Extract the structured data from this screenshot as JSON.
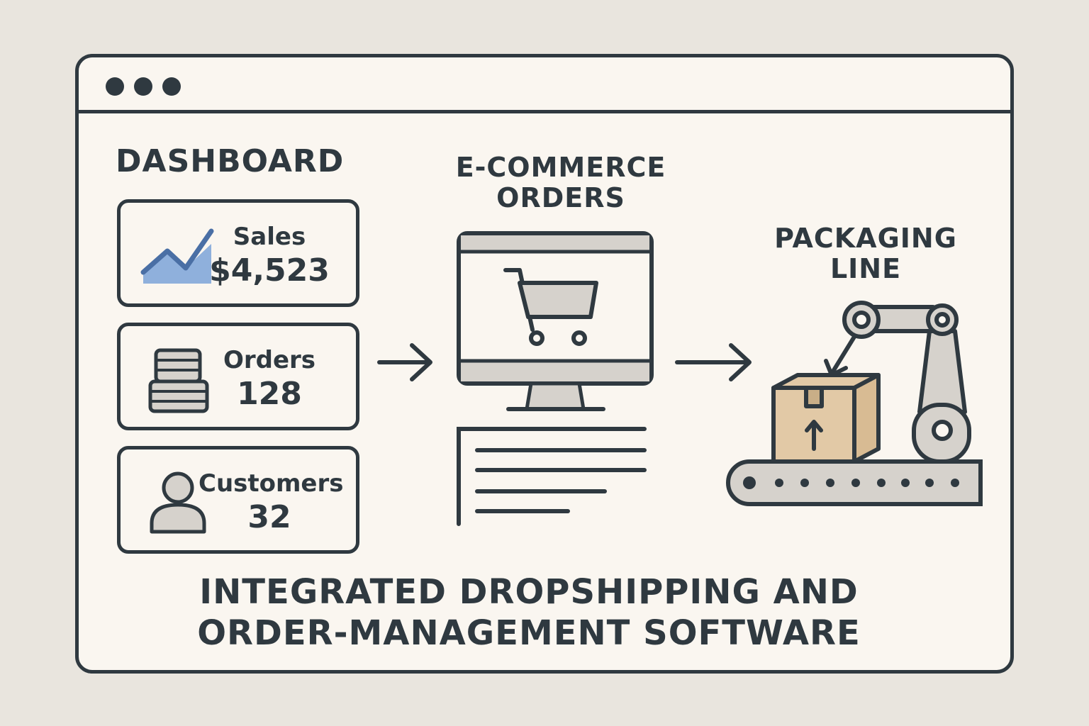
{
  "window": {
    "controls": [
      "close",
      "minimize",
      "maximize"
    ]
  },
  "dashboard": {
    "title": "DASHBOARD",
    "cards": [
      {
        "label": "Sales",
        "value": "$4,523",
        "icon": "line-chart-icon"
      },
      {
        "label": "Orders",
        "value": "128",
        "icon": "stacked-boxes-icon"
      },
      {
        "label": "Customers",
        "value": "32",
        "icon": "person-icon"
      }
    ]
  },
  "orders_section": {
    "title": "E-COMMERCE ORDERS",
    "icon": "shopping-cart-monitor-icon"
  },
  "packaging_section": {
    "title": "PACKAGING LINE",
    "icon": "robot-arm-conveyor-icon"
  },
  "main_title": "INTEGRATED DROPSHIPPING AND ORDER-MANAGEMENT SOFTWARE",
  "colors": {
    "outline": "#2f3940",
    "background": "#e9e5de",
    "panel": "#faf6f0",
    "chart_blue": "#8fb0dc",
    "box_tan": "#e2c9a6",
    "machine_gray": "#d6d2cc"
  }
}
